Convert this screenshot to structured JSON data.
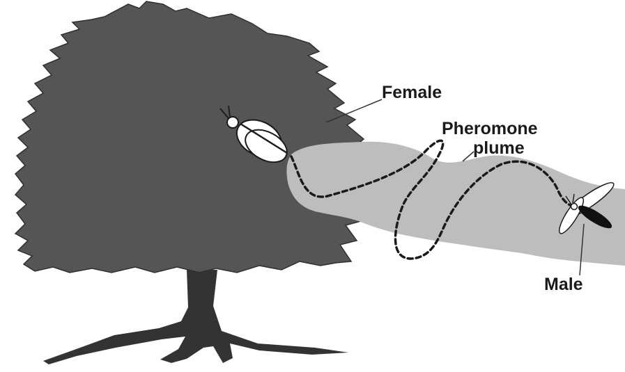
{
  "labels": {
    "female": "Female",
    "pheromone_line1": "Pheromone",
    "pheromone_line2": "plume",
    "male": "Male"
  },
  "colors": {
    "tree": "#555555",
    "trunk": "#333333",
    "plume": "#bdbdbd",
    "flight_path": "#1a1a1a",
    "female_wing": "#ffffff",
    "male_body": "#111111"
  },
  "icons": {
    "tree": "conifer-tree-icon",
    "female_moth": "moth-icon",
    "male_moth": "moth-icon"
  }
}
